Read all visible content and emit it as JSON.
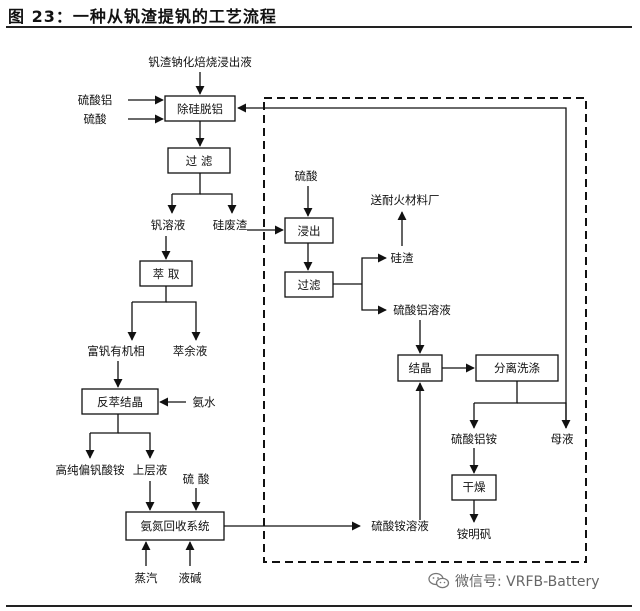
{
  "figure": {
    "title": "图 23：一种从钒渣提钒的工艺流程",
    "watermark": "微信号: VRFB-Battery"
  },
  "nodes": {
    "start": "钒渣钠化焙烧浸出液",
    "feed_al_sulfate": "硫酸铝",
    "feed_acid_1": "硫酸",
    "desilicon": "除硅脱铝",
    "filter_1": "过 滤",
    "v_solution": "钒溶液",
    "si_waste": "硅废渣",
    "extract": "萃 取",
    "v_organic": "富钒有机相",
    "raffinate": "萃余液",
    "strip": "反萃结晶",
    "ammonia": "氨水",
    "product_amv": "高纯偏钒酸铵",
    "upper_liquor": "上层液",
    "feed_acid_2": "硫 酸",
    "recovery": "氨氮回收系统",
    "steam": "蒸汽",
    "caustic": "液碱",
    "feed_acid_3": "硫酸",
    "leach": "浸出",
    "to_refractory": "送耐火材料厂",
    "filter_2": "过滤",
    "si_residue": "硅渣",
    "al_sulfate_sol": "硫酸铝溶液",
    "crystallize": "结晶",
    "separate_wash": "分离洗涤",
    "alum_ammonium": "硫酸铝铵",
    "mother_liquor": "母液",
    "dry": "干燥",
    "product_alum": "铵明矾",
    "amm_sulfate_sol": "硫酸铵溶液"
  }
}
